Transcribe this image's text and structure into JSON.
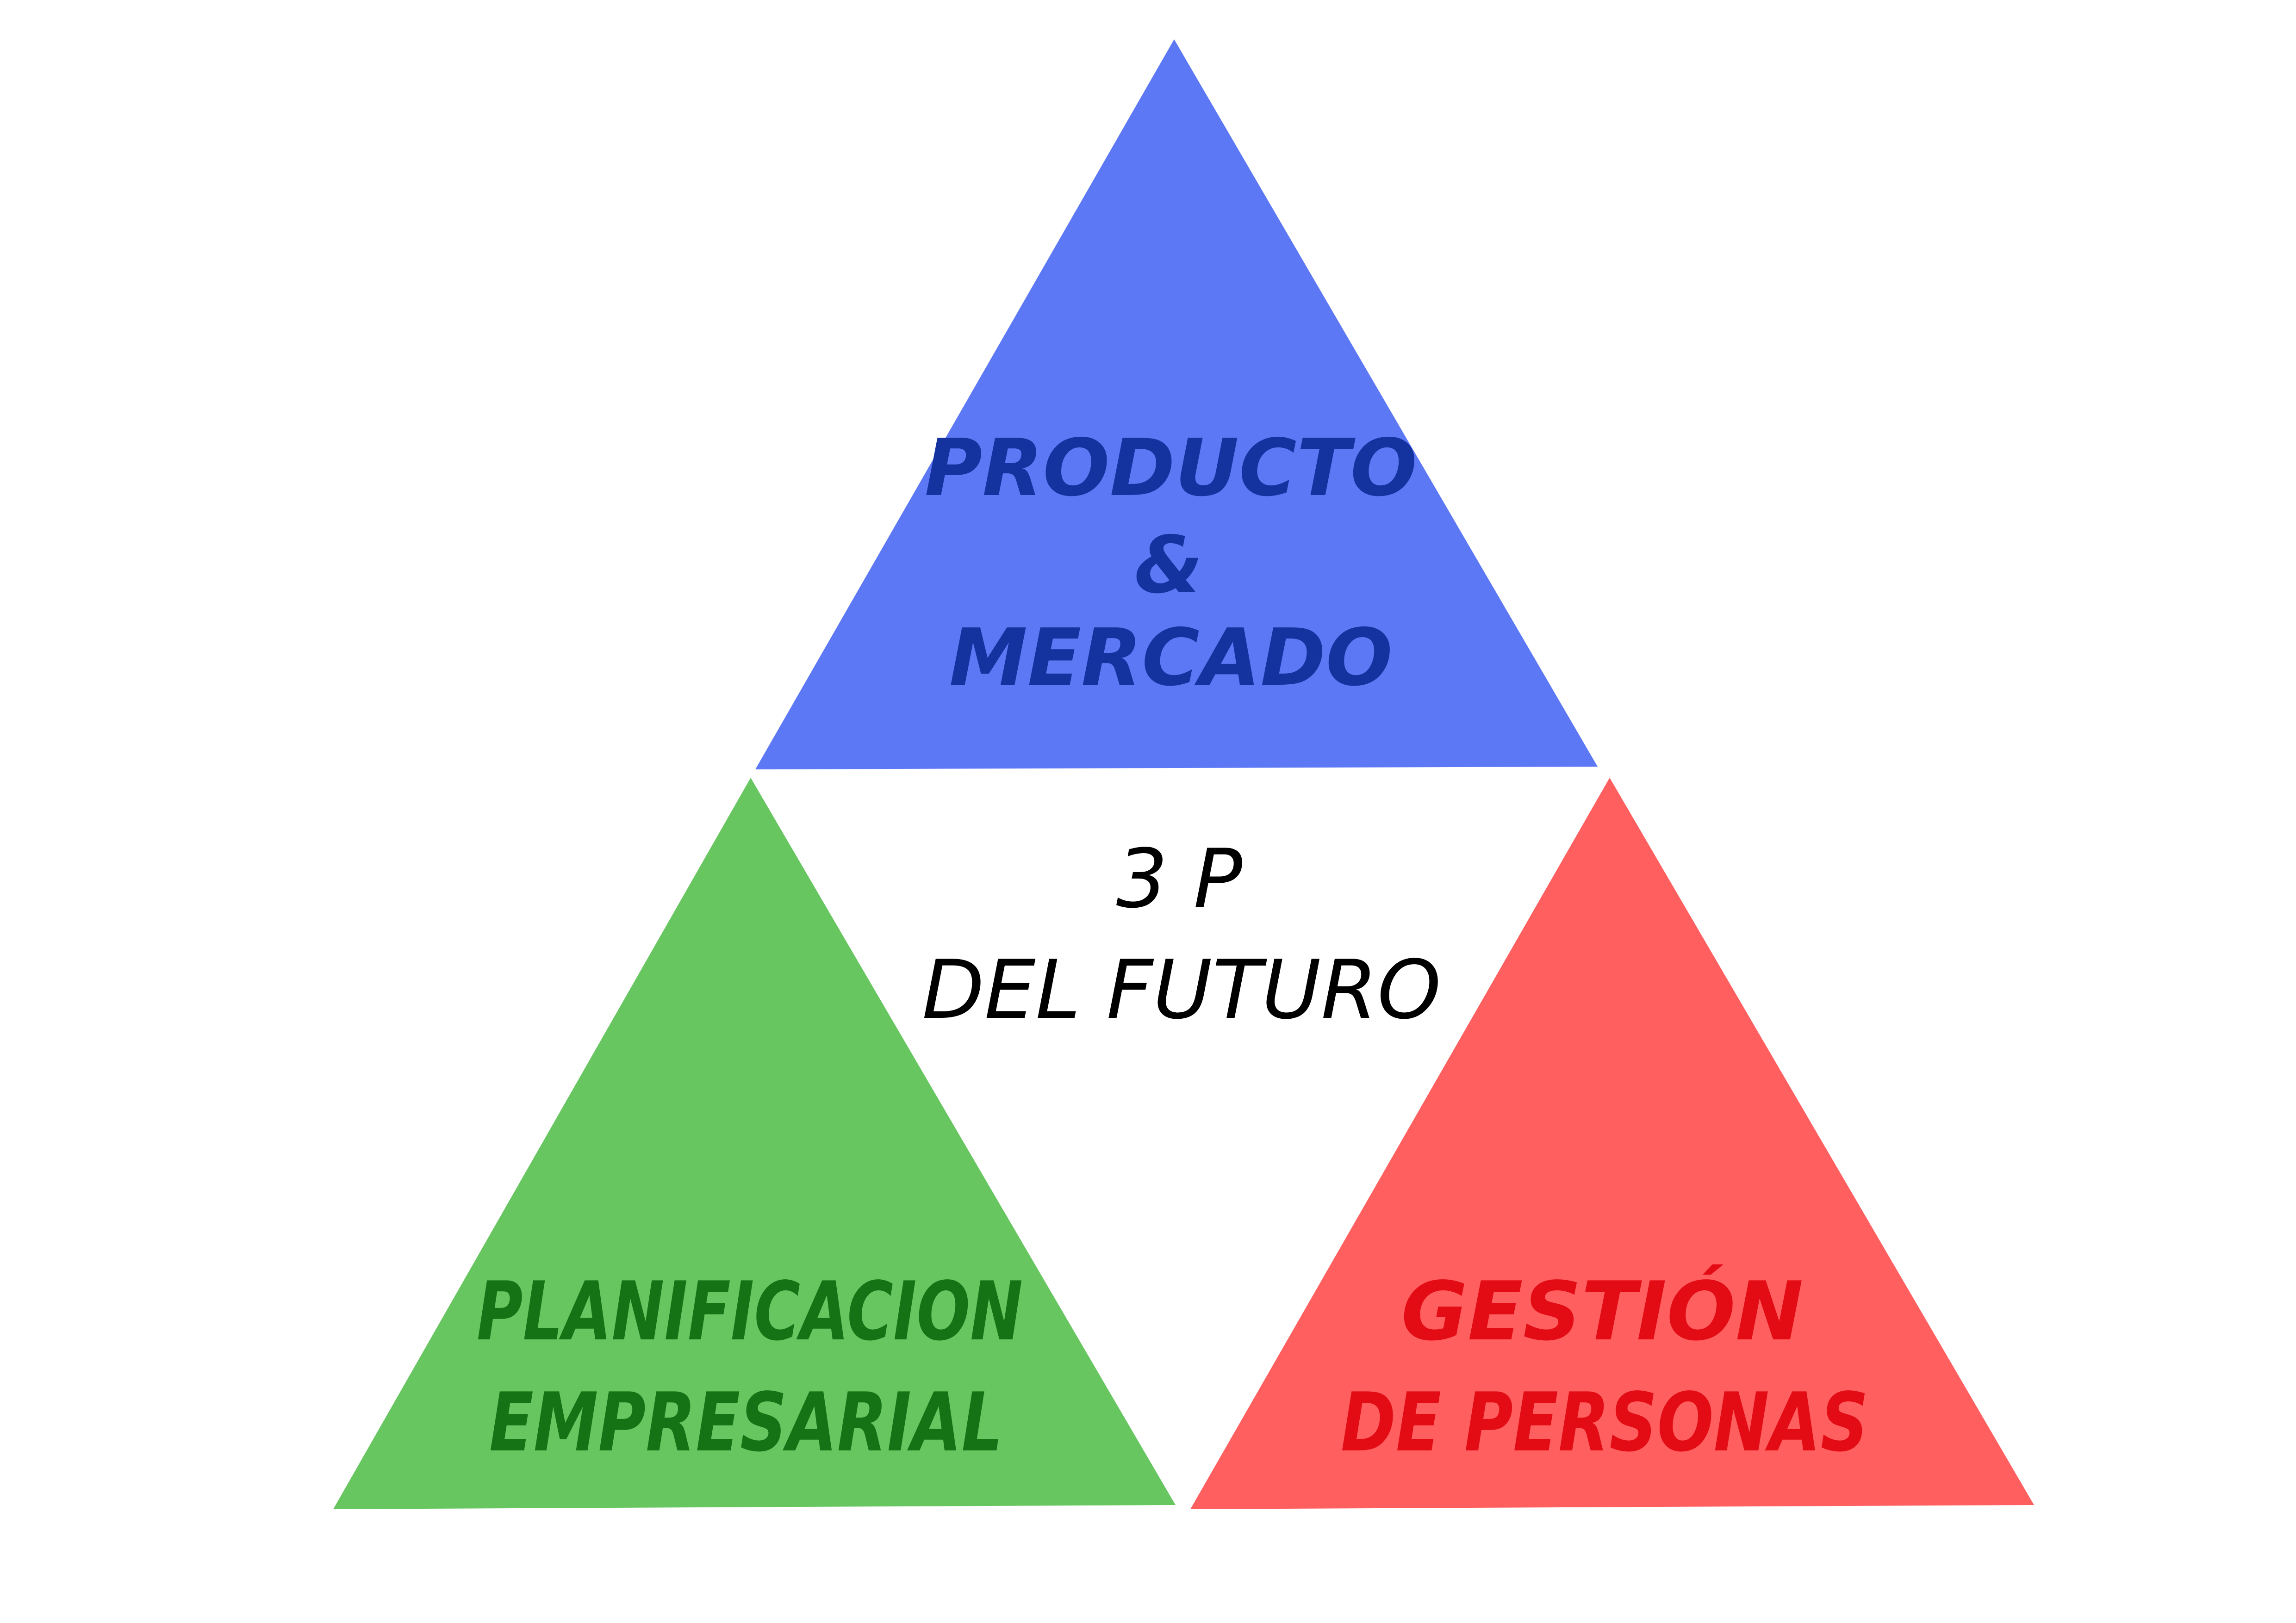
{
  "diagram": {
    "top": {
      "lines": [
        "PRODUCTO",
        "&",
        "MERCADO"
      ],
      "fill": "#5d78f5",
      "text_color": "#14339f"
    },
    "left": {
      "lines": [
        "PLANIFICACION",
        "EMPRESARIAL"
      ],
      "fill": "#68c661",
      "text_color": "#157315"
    },
    "right": {
      "lines": [
        "GESTIÓN",
        "DE PERSONAS"
      ],
      "fill": "#ff5f5f",
      "text_color": "#e30b14"
    },
    "center": {
      "lines": [
        "3 P",
        "DEL FUTURO"
      ],
      "text_color": "#000000"
    }
  }
}
